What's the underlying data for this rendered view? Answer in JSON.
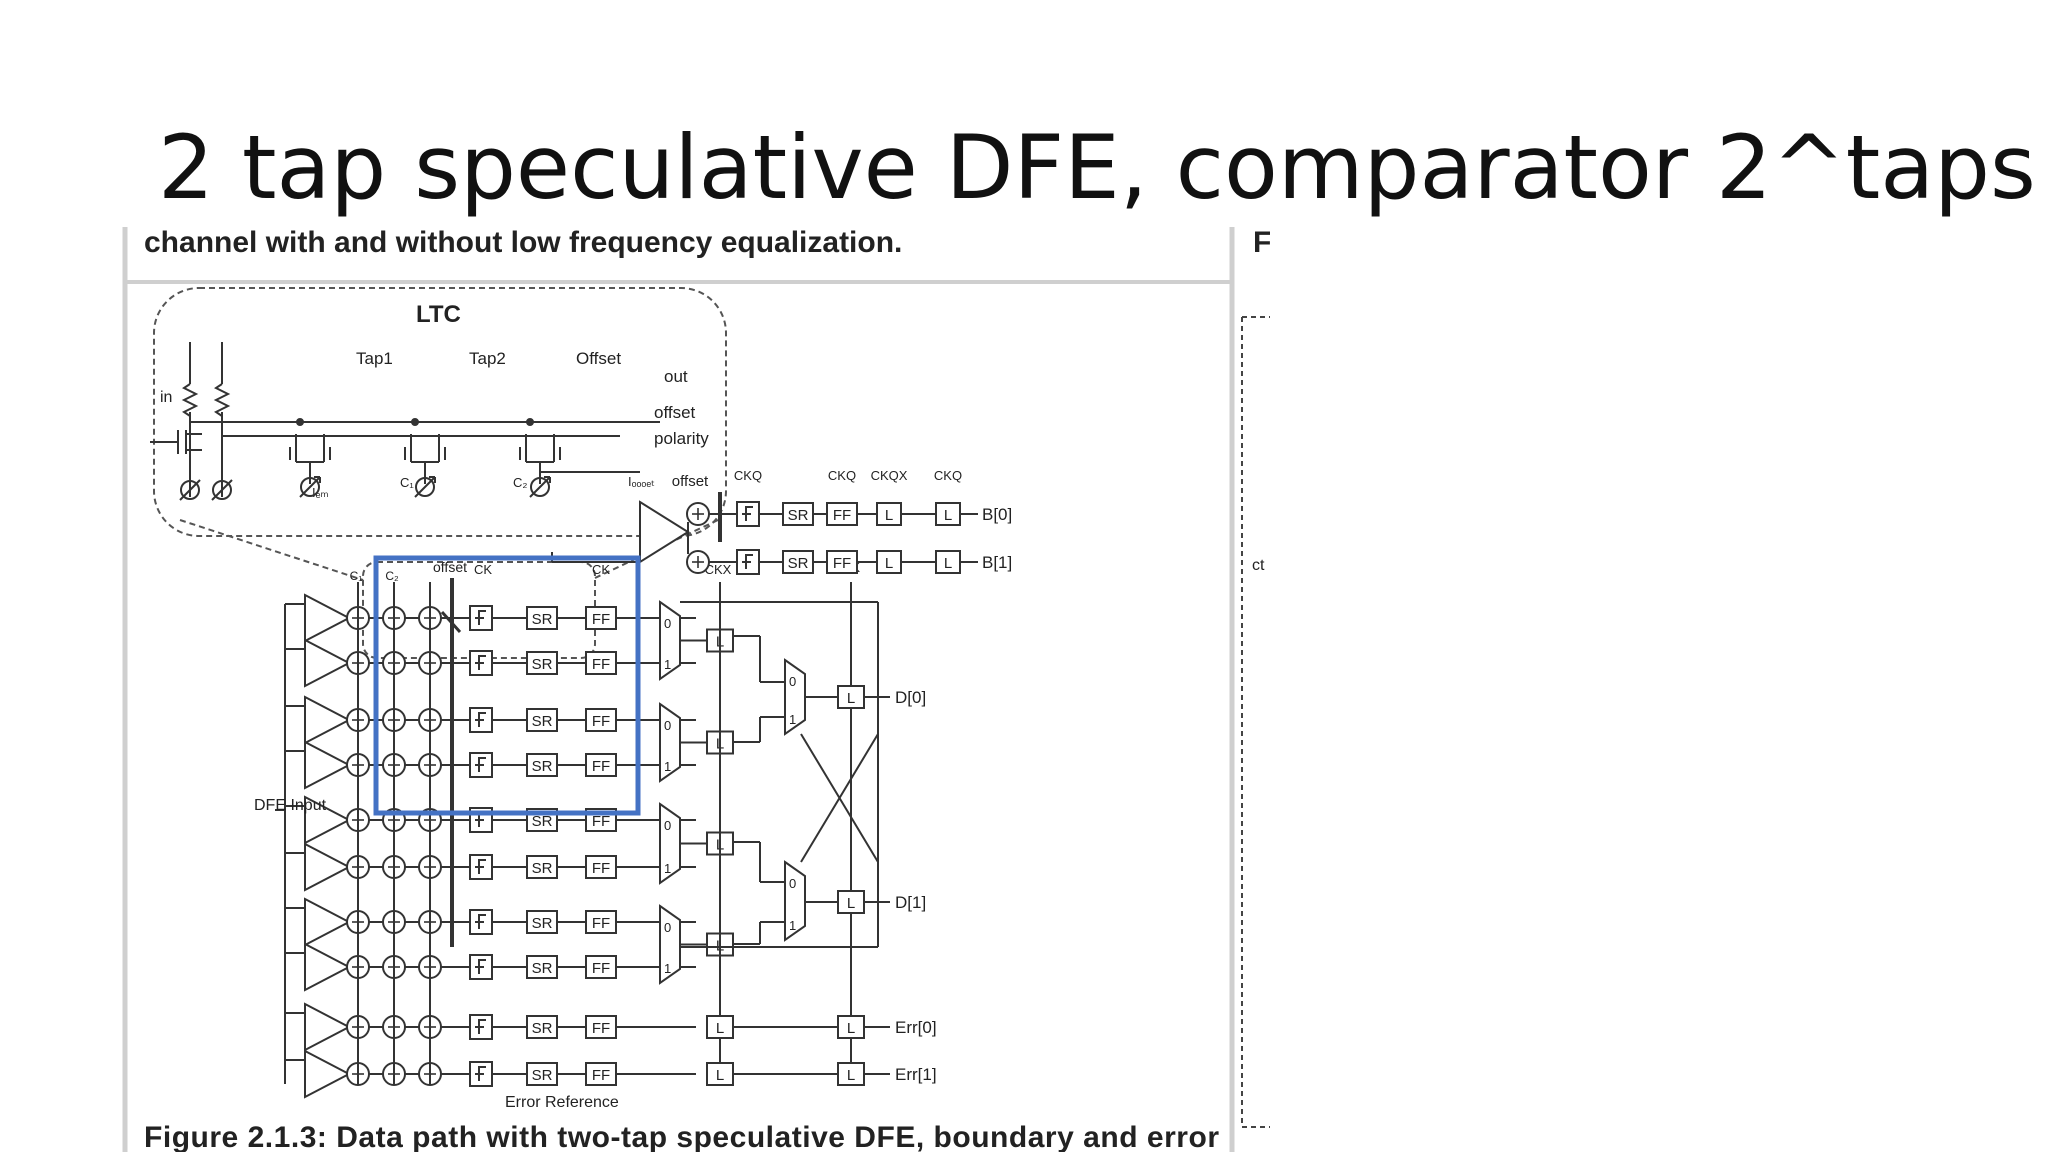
{
  "slide": {
    "title": "2 tap speculative DFE, comparator 2^taps"
  },
  "figure": {
    "caption_top": "channel with and without low frequency equalization.",
    "side_partial_top": "Fi",
    "side_partial_mid": "ct",
    "caption_bottom": "Figure 2.1.3: Data path with two-tap speculative DFE, boundary and error",
    "ltc": {
      "title": "LTC",
      "tap1": "Tap1",
      "tap2": "Tap2",
      "offset": "Offset",
      "out": "out",
      "offset_label": "offset",
      "polarity": "polarity",
      "in": "in",
      "icm": "Iₑₘ",
      "c1": "C₁",
      "c2": "C₂",
      "ioffset": "Iₒₒₒₑₜ"
    },
    "labels": {
      "offset": "offset",
      "ck": "CK",
      "ckq": "CKQ",
      "ckx": "CKX",
      "ckqx": "CKQX",
      "c1": "C₁",
      "c2": "C₂",
      "dfe_input": "DFE Input",
      "error_reference": "Error Reference",
      "sr": "SR",
      "ff": "FF",
      "l": "L",
      "mux0": "0",
      "mux1": "1"
    },
    "outputs": {
      "b0": "B[0]",
      "b1": "B[1]",
      "d0": "D[0]",
      "d1": "D[1]",
      "err0": "Err[0]",
      "err1": "Err[1]"
    }
  }
}
